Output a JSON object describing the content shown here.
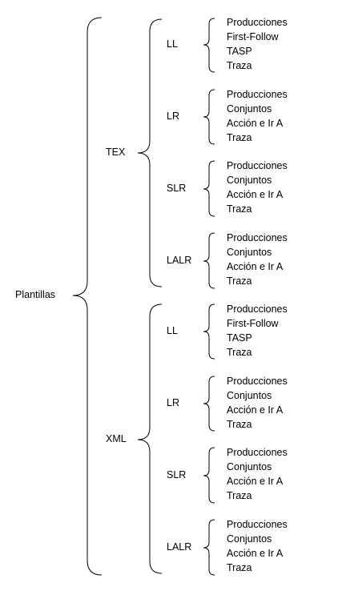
{
  "tree": {
    "label": "Plantillas",
    "children": [
      {
        "label": "TEX",
        "children": [
          {
            "label": "LL",
            "items": [
              "Producciones",
              "First-Follow",
              "TASP",
              "Traza"
            ]
          },
          {
            "label": "LR",
            "items": [
              "Producciones",
              "Conjuntos",
              "Acción e Ir A",
              "Traza"
            ]
          },
          {
            "label": "SLR",
            "items": [
              "Producciones",
              "Conjuntos",
              "Acción e Ir A",
              "Traza"
            ]
          },
          {
            "label": "LALR",
            "items": [
              "Producciones",
              "Conjuntos",
              "Acción e Ir A",
              "Traza"
            ]
          }
        ]
      },
      {
        "label": "XML",
        "children": [
          {
            "label": "LL",
            "items": [
              "Producciones",
              "First-Follow",
              "TASP",
              "Traza"
            ]
          },
          {
            "label": "LR",
            "items": [
              "Producciones",
              "Conjuntos",
              "Acción e Ir A",
              "Traza"
            ]
          },
          {
            "label": "SLR",
            "items": [
              "Producciones",
              "Conjuntos",
              "Acción e Ir A",
              "Traza"
            ]
          },
          {
            "label": "LALR",
            "items": [
              "Producciones",
              "Conjuntos",
              "Acción e Ir A",
              "Traza"
            ]
          }
        ]
      }
    ]
  }
}
